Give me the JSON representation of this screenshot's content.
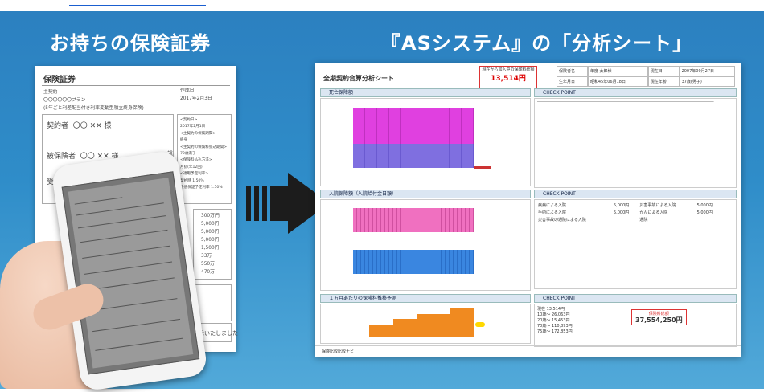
{
  "left_heading": "お持ちの保険証券",
  "right_heading": "『ASシステム』の「分析シート」",
  "certificate": {
    "title": "保険証券",
    "plan_label": "主契約",
    "plan_name": "〇〇〇〇〇〇プラン",
    "plan_desc": "(5年ごと利差配当付き利率変動型積立終身保険)",
    "date_label": "作成日",
    "date_value": "2017年2月3日",
    "rows": [
      {
        "label": "契約者",
        "value": "〇〇 ✕✕ 様"
      },
      {
        "label": "被保険者",
        "value": "〇〇 ✕✕ 様"
      },
      {
        "label": "受取人等",
        "value": ""
      }
    ],
    "right_notes": [
      "<契約日>",
      "2017年2月1日",
      "<主契約の保険期間>",
      "終身",
      "<主契約の保険料払込期間>",
      "70歳満了",
      "<保険料払込方法>",
      "月払(年12回)",
      "<適用予定利率>",
      "契約時",
      "1.50%",
      "最低保証予定利率",
      "1.50%"
    ],
    "suffix": "歳",
    "amounts": [
      "300万円",
      "5,000円",
      "5,000円",
      "5,000円",
      "1,500円",
      "33万",
      "550万",
      "470万"
    ],
    "footer_text": "るお客様の保障内容を表示いたしました"
  },
  "sheet": {
    "title": "全期契約合算分析シート",
    "badge_label": "現在から加入中の保険料総額",
    "badge_value": "13,514円",
    "meta": [
      [
        "保険者名",
        "年度 太郎様",
        "現在日",
        "2007年09月27日"
      ],
      [
        "生年月日",
        "昭和45年06月18日",
        "現在年齢",
        "37歳(男子)"
      ]
    ],
    "sections": [
      "死亡保障額",
      "CHECK POINT",
      "入院保障額（入院給付金日額）",
      "CHECK POINT",
      "１ヵ月あたりの保険料推移予測",
      "CHECK POINT"
    ],
    "check_table": [
      [
        "疾病による入院",
        "5,000円",
        "災害事故による入院",
        "5,000円"
      ],
      [
        "手術による入院",
        "5,000円",
        "がんによる入院",
        "5,000円"
      ],
      [
        "災害事故の通院による入院",
        "",
        "通院",
        ""
      ]
    ],
    "premium_rows": [
      [
        "現在",
        "13,514円"
      ],
      [
        "10歳〜",
        "26,063円"
      ],
      [
        "20歳〜",
        "15,453円"
      ],
      [
        "70歳〜",
        "110,893円"
      ],
      [
        "75歳〜",
        "172,853円"
      ]
    ],
    "total_label": "保険料総額",
    "total_value": "37,554,250円",
    "footer": "保険比較比較ナビ"
  }
}
